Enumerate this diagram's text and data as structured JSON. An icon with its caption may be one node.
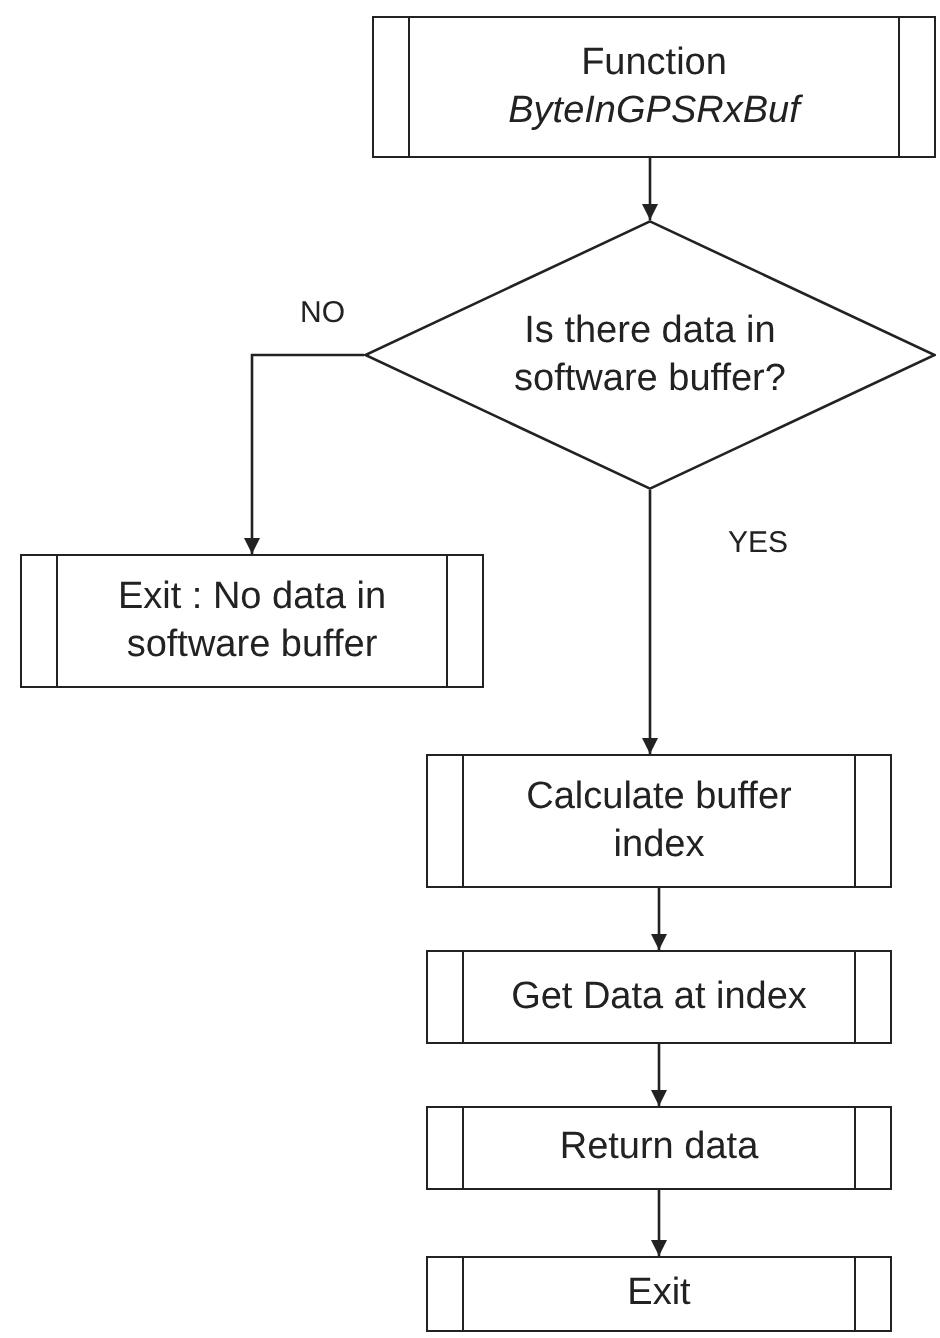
{
  "diagram": {
    "nodes": [
      {
        "text": [
          "Function",
          "ByteInGPSRxBuf"
        ]
      },
      {
        "text": [
          "Is there data in software buffer?"
        ]
      },
      {
        "text": [
          "Exit : No data in software buffer"
        ]
      },
      {
        "text": [
          "Calculate buffer index"
        ]
      },
      {
        "text": [
          "Get Data at index"
        ]
      },
      {
        "text": [
          "Return data"
        ]
      },
      {
        "text": [
          "Exit"
        ]
      }
    ],
    "edges": [
      {
        "from": 0,
        "to": 1,
        "arrow": "to"
      },
      {
        "from": 1,
        "to": 2,
        "arrow": "to",
        "label": "NO"
      },
      {
        "from": 1,
        "to": 3,
        "arrow": "to",
        "label": "YES"
      },
      {
        "from": 3,
        "to": 4,
        "arrow": "to"
      },
      {
        "from": 4,
        "to": 5,
        "arrow": "to"
      },
      {
        "from": 5,
        "to": 6,
        "arrow": "to"
      }
    ]
  }
}
